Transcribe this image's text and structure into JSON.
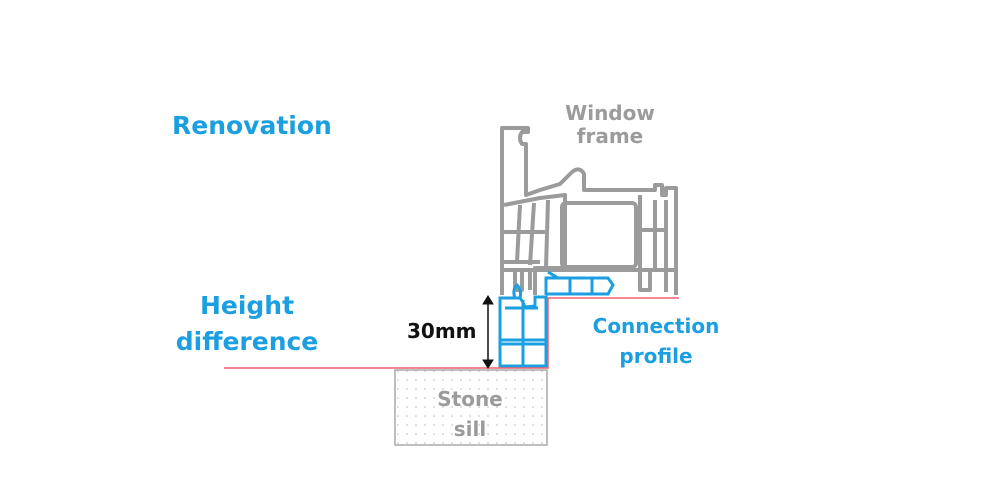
{
  "title": "Renovation",
  "labels": {
    "window_frame": [
      "Window",
      "frame"
    ],
    "height_difference": [
      "Height",
      "difference"
    ],
    "dimension": "30mm",
    "connection_profile": [
      "Connection",
      "profile"
    ],
    "stone_sill": [
      "Stone",
      "sill"
    ]
  },
  "colors": {
    "blue": "#1b9fe0",
    "gray": "#9b9b9b",
    "red": "#f0606e",
    "black": "#111111"
  }
}
